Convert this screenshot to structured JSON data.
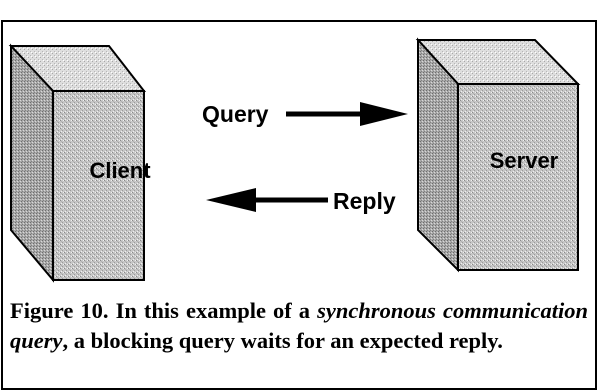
{
  "diagram": {
    "client_label": "Client",
    "server_label": "Server",
    "query_label": "Query",
    "reply_label": "Reply"
  },
  "caption": {
    "prefix": "Figure 10. In this example of a ",
    "emphasis": "synchronous communication query",
    "suffix": ", a blocking query waits for an expected reply."
  }
}
